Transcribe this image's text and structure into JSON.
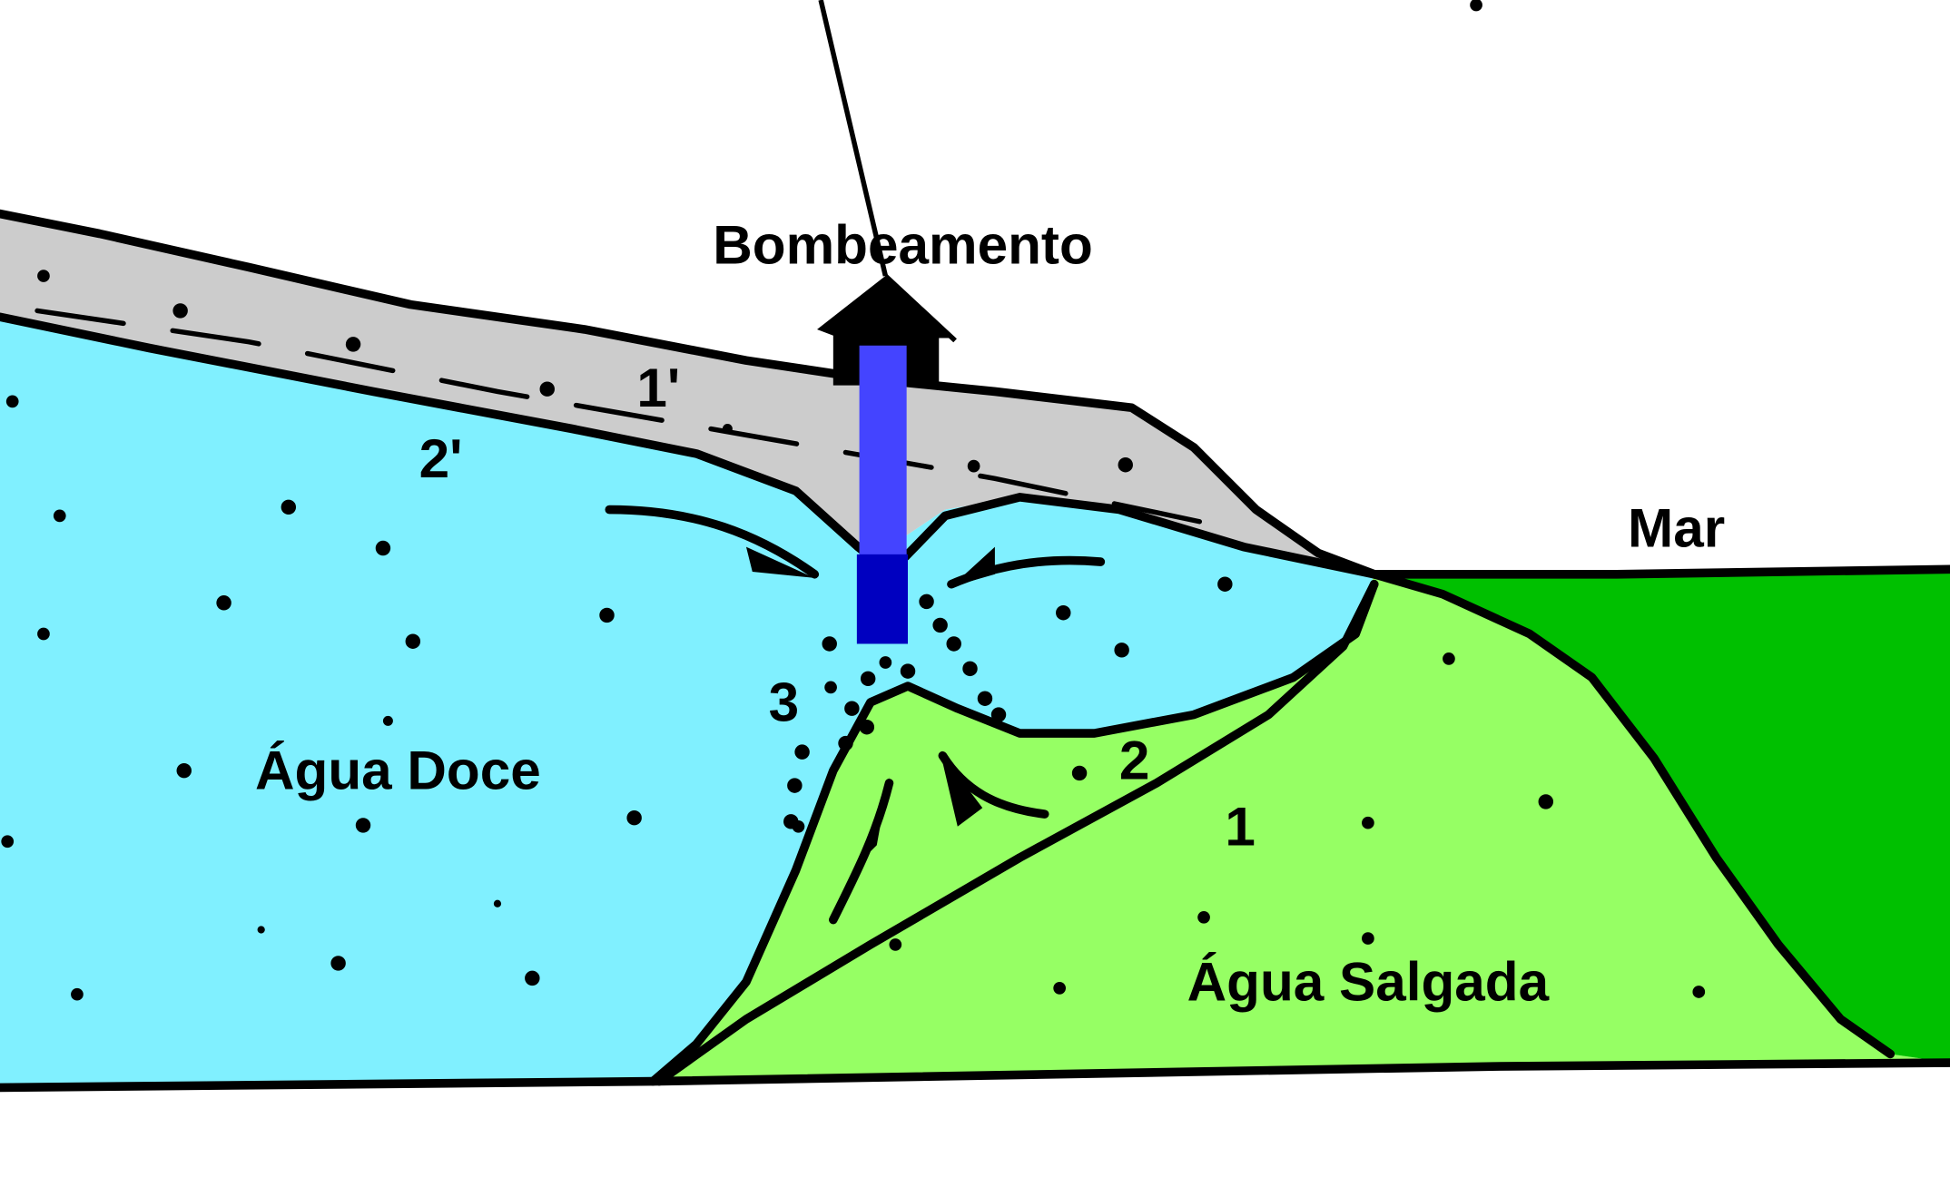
{
  "diagram": {
    "type": "cross-section",
    "subject": "saltwater intrusion caused by well pumping in a coastal aquifer",
    "colors": {
      "background": "#ffffff",
      "unsaturated_zone": "#cccccc",
      "fresh_water": "#80f0ff",
      "salt_water": "#96ff64",
      "sea": "#00c000",
      "well_upper": "#4444ff",
      "well_lower": "#0000c0",
      "outline": "#000000"
    },
    "labels": {
      "pumping": "Bombeamento",
      "sea": "Mar",
      "fresh_water": "Água Doce",
      "salt_water": "Água Salgada",
      "marker_1_prime": "1'",
      "marker_2_prime": "2'",
      "marker_1": "1",
      "marker_2": "2",
      "marker_3": "3"
    },
    "legend_meaning": {
      "1'": "original water table (dashed line)",
      "2'": "lowered water table with cone of depression",
      "1": "original freshwater/saltwater interface",
      "2": "interface raised by pumping (upconing)",
      "3": "mixing zone near well"
    }
  }
}
